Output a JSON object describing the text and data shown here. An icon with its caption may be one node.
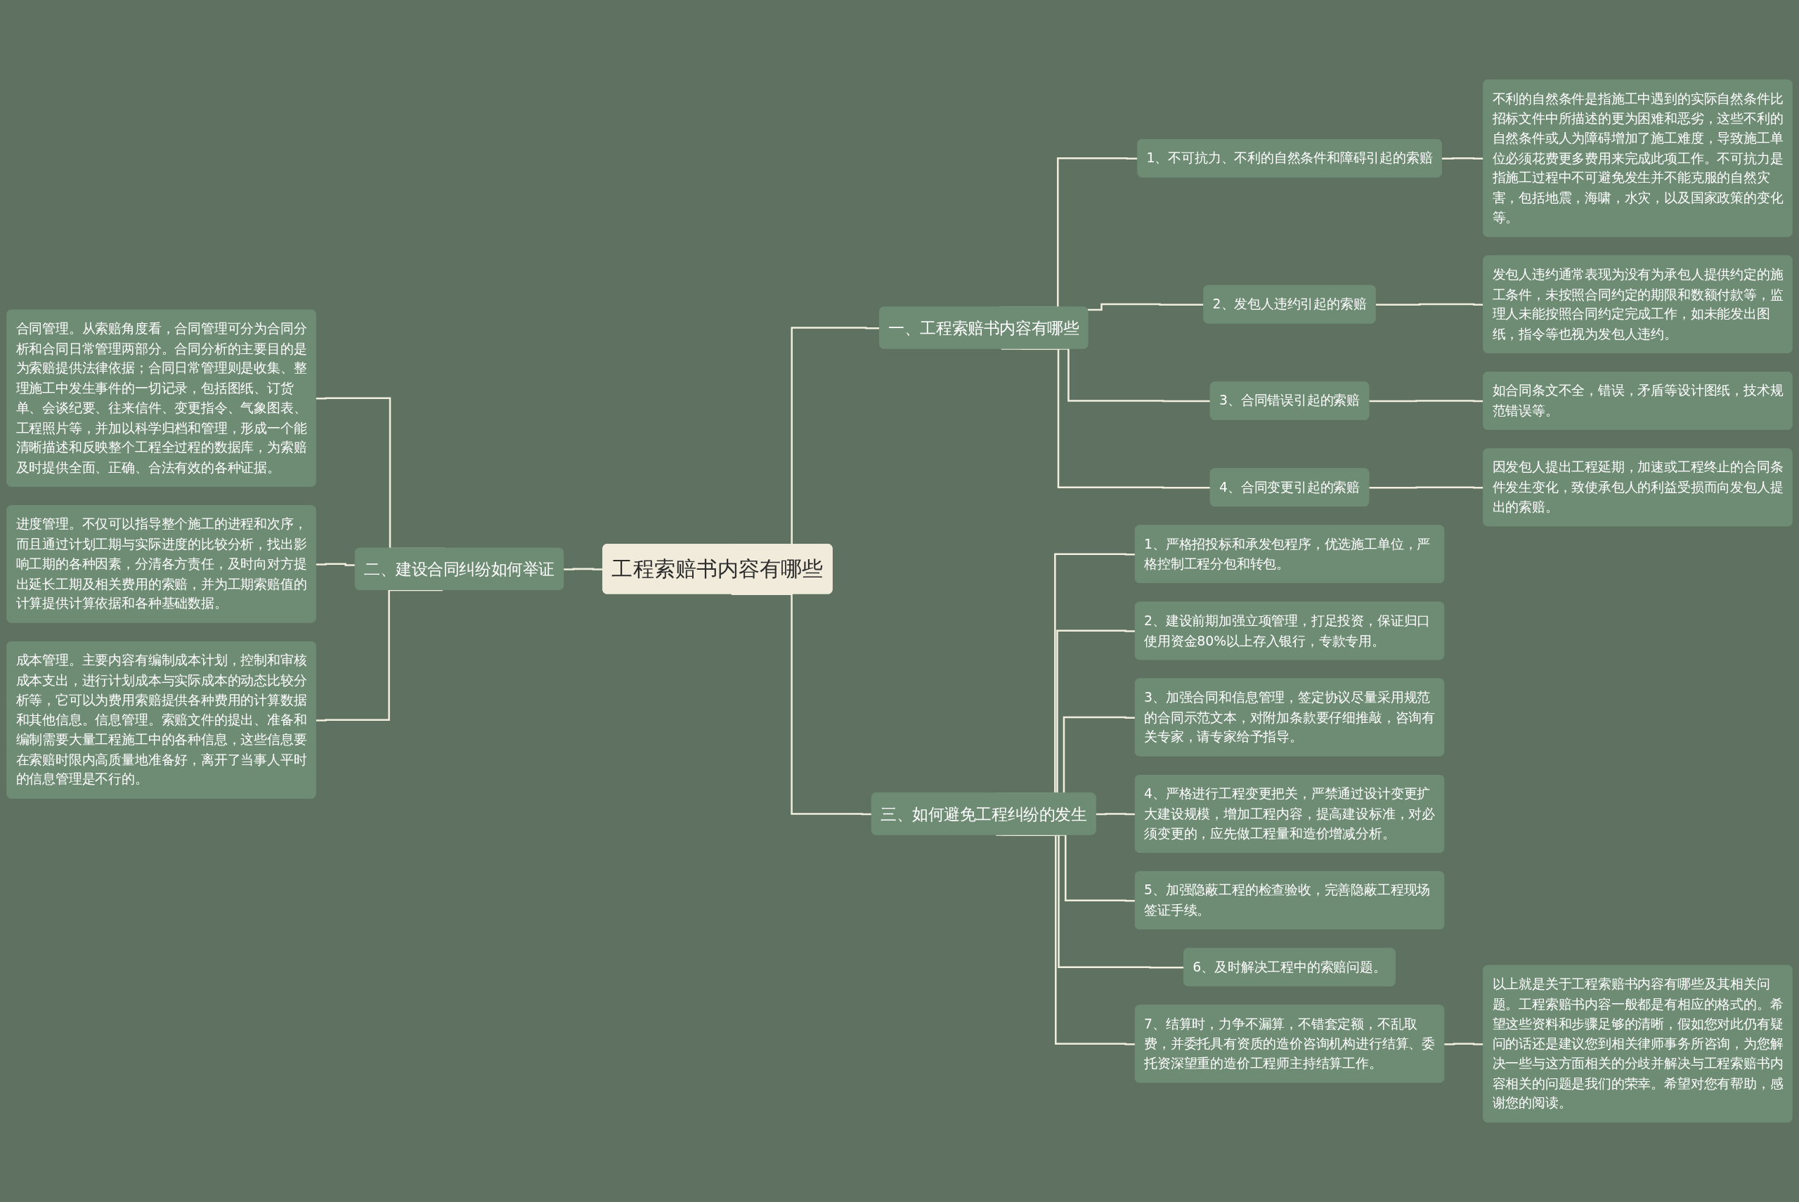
{
  "diagram": {
    "nodes": [
      {
        "text": [
          "工程索赔书内容有哪些"
        ]
      },
      {
        "text": [
          "一、工程索赔书内容有哪些"
        ]
      },
      {
        "text": [
          "1、不可抗力、不利的自然条件和障碍引起的索赔"
        ]
      },
      {
        "text": [
          "不利的自然条件是指施工中遇到的实际自然条件比招标文件中所描述的更为困难和恶劣，这些不利的自然条件或人为障碍增加了施工难度，导致施工单位必须花费更多费用来完成此项工作。不可抗力是指施工过程中不可避免发生并不能克服的自然灾害，包括地震，海啸，水灾，以及国家政策的变化等。"
        ]
      },
      {
        "text": [
          "2、发包人违约引起的索赔"
        ]
      },
      {
        "text": [
          "发包人违约通常表现为没有为承包人提供约定的施工条件，未按照合同约定的期限和数额付款等，监理人未能按照合同约定完成工作，如未能发出图纸，指令等也视为发包人违约。"
        ]
      },
      {
        "text": [
          "3、合同错误引起的索赔"
        ]
      },
      {
        "text": [
          "如合同条文不全，错误，矛盾等设计图纸，技术规范错误等。"
        ]
      },
      {
        "text": [
          "4、合同变更引起的索赔"
        ]
      },
      {
        "text": [
          "因发包人提出工程延期，加速或工程终止的合同条件发生变化，致使承包人的利益受损而向发包人提出的索赔。"
        ]
      },
      {
        "text": [
          "二、建设合同纠纷如何举证"
        ]
      },
      {
        "text": [
          "合同管理。从索赔角度看，合同管理可分为合同分析和合同日常管理两部分。合同分析的主要目的是为索赔提供法律依据；合同日常管理则是收集、整理施工中发生事件的一切记录，包括图纸、订货单、会谈纪要、往来信件、变更指令、气象图表、工程照片等，并加以科学归档和管理，形成一个能清晰描述和反映整个工程全过程的数据库，为索赔及时提供全面、正确、合法有效的各种证据。"
        ]
      },
      {
        "text": [
          "进度管理。不仅可以指导整个施工的进程和次序，而且通过计划工期与实际进度的比较分析，找出影响工期的各种因素，分清各方责任，及时向对方提出延长工期及相关费用的索赔，并为工期索赔值的计算提供计算依据和各种基础数据。"
        ]
      },
      {
        "text": [
          "成本管理。主要内容有编制成本计划，控制和审核成本支出，进行计划成本与实际成本的动态比较分析等，它可以为费用索赔提供各种费用的计算数据和其他信息。信息管理。索赔文件的提出、准备和编制需要大量工程施工中的各种信息，这些信息要在索赔时限内高质量地准备好，离开了当事人平时的信息管理是不行的。"
        ]
      },
      {
        "text": [
          "三、如何避免工程纠纷的发生"
        ]
      },
      {
        "text": [
          "1、严格招投标和承发包程序，优选施工单位，严格控制工程分包和转包。"
        ]
      },
      {
        "text": [
          "2、建设前期加强立项管理，打足投资，保证归口使用资金80%以上存入银行，专款专用。"
        ]
      },
      {
        "text": [
          "3、加强合同和信息管理，签定协议尽量采用规范的合同示范文本，对附加条款要仔细推敲，咨询有关专家，请专家给予指导。"
        ]
      },
      {
        "text": [
          "4、严格进行工程变更把关，严禁通过设计变更扩大建设规模，增加工程内容，提高建设标准，对必须变更的，应先做工程量和造价增减分析。"
        ]
      },
      {
        "text": [
          "5、加强隐蔽工程的检查验收，完善隐蔽工程现场签证手续。"
        ]
      },
      {
        "text": [
          "6、及时解决工程中的索赔问题。"
        ]
      },
      {
        "text": [
          "7、结算时，力争不漏算，不错套定额，不乱取费，并委托具有资质的造价咨询机构进行结算、委托资深望重的造价工程师主持结算工作。"
        ]
      },
      {
        "text": [
          "以上就是关于工程索赔书内容有哪些及其相关问题。工程索赔书内容一般都是有相应的格式的。希望这些资料和步骤足够的清晰，假如您对此仍有疑问的话还是建议您到相关律师事务所咨询，为您解决一些与这方面相关的分歧并解决与工程索赔书内容相关的问题是我们的荣幸。希望对您有帮助，感谢您的阅读。"
        ]
      }
    ],
    "edges": [
      {
        "from": 0,
        "to": 1,
        "arrow": "none"
      },
      {
        "from": 1,
        "to": 2,
        "arrow": "none"
      },
      {
        "from": 2,
        "to": 3,
        "arrow": "none"
      },
      {
        "from": 1,
        "to": 4,
        "arrow": "none"
      },
      {
        "from": 4,
        "to": 5,
        "arrow": "none"
      },
      {
        "from": 1,
        "to": 6,
        "arrow": "none"
      },
      {
        "from": 6,
        "to": 7,
        "arrow": "none"
      },
      {
        "from": 1,
        "to": 8,
        "arrow": "none"
      },
      {
        "from": 8,
        "to": 9,
        "arrow": "none"
      },
      {
        "from": 11,
        "to": 10,
        "arrow": "none"
      },
      {
        "from": 12,
        "to": 10,
        "arrow": "none"
      },
      {
        "from": 13,
        "to": 10,
        "arrow": "none"
      },
      {
        "from": 10,
        "to": 0,
        "arrow": "none"
      },
      {
        "from": 0,
        "to": 14,
        "arrow": "none"
      },
      {
        "from": 14,
        "to": 15,
        "arrow": "none"
      },
      {
        "from": 14,
        "to": 16,
        "arrow": "none"
      },
      {
        "from": 14,
        "to": 17,
        "arrow": "none"
      },
      {
        "from": 14,
        "to": 18,
        "arrow": "none"
      },
      {
        "from": 14,
        "to": 19,
        "arrow": "none"
      },
      {
        "from": 14,
        "to": 20,
        "arrow": "none"
      },
      {
        "from": 14,
        "to": 21,
        "arrow": "none"
      },
      {
        "from": 21,
        "to": 22,
        "arrow": "none"
      }
    ]
  }
}
